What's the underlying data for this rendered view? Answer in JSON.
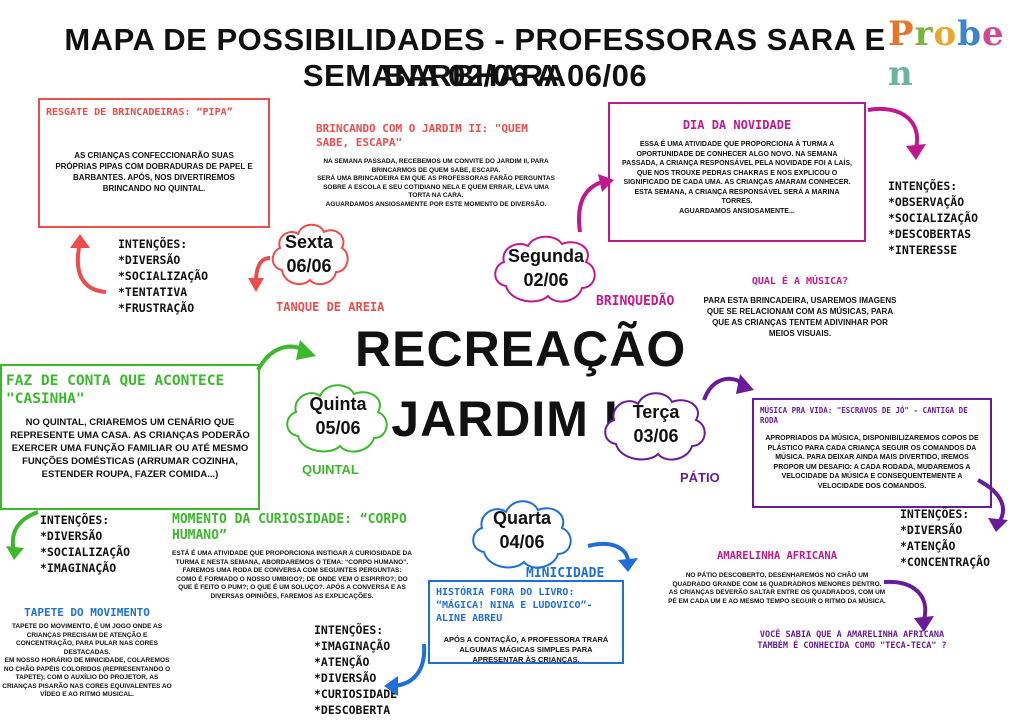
{
  "header": {
    "title_line1": "MAPA DE POSSIBILIDADES - PROFESSORAS SARA E BARBHARA",
    "title_line2": "SEMANA 02/06 A 06/06",
    "logo_letters": [
      "P",
      "r",
      "o",
      "b",
      "e",
      "n"
    ],
    "logo_colors": [
      "#e8742a",
      "#7bb53a",
      "#e8a72a",
      "#3a86c8",
      "#d14a8f",
      "#6bb5a0"
    ]
  },
  "center": {
    "line1": "RECREAÇÃO",
    "line2": "JARDIM I"
  },
  "colors": {
    "red": "#ee4b4b",
    "magenta": "#c2188f",
    "purple": "#6a1b9a",
    "blue": "#1e6fd9",
    "green": "#3cb82c"
  },
  "days": {
    "sexta": {
      "name": "Sexta",
      "date": "06/06",
      "location": "TANQUE DE AREIA"
    },
    "segunda": {
      "name": "Segunda",
      "date": "02/06",
      "location": "BRINQUEDÃO"
    },
    "terca": {
      "name": "Terça",
      "date": "03/06",
      "location": "PÁTIO"
    },
    "quarta": {
      "name": "Quarta",
      "date": "04/06",
      "location": "MINICIDADE"
    },
    "quinta": {
      "name": "Quinta",
      "date": "05/06",
      "location": "QUINTAL"
    }
  },
  "pipa": {
    "title": "RESGATE DE BRINCADEIRAS: “PIPA”",
    "text": "AS CRIANÇAS CONFECCIONARÃO SUAS PRÓPRIAS PIPAS COM DOBRADURAS DE PAPEL E BARBANTES. APÓS, NOS DIVERTIREMOS BRINCANDO NO QUINTAL."
  },
  "sexta_intencoes": {
    "label": "INTENÇÕES:",
    "items": [
      "*DIVERSÃO",
      "*SOCIALIZAÇÃO",
      "*TENTATIVA",
      "*FRUSTRAÇÃO"
    ]
  },
  "jardim2": {
    "title": "BRINCANDO COM O JARDIM II: \"QUEM SABE, ESCAPA\"",
    "p1": "NA SEMANA PASSADA, RECEBEMOS UM CONVITE DO JARDIM II, PARA BRINCARMOS DE QUEM SABE, ESCAPA.",
    "p2": "SERÁ UMA BRINCADEIRA EM QUE AS PROFESSORAS FARÃO PERGUNTAS SOBRE A ESCOLA E SEU COTIDIANO NELA E QUEM ERRAR, LEVA UMA TORTA NA CARA.",
    "p3": "AGUARDAMOS ANSIOSAMENTE POR ESTE MOMENTO DE DIVERSÃO."
  },
  "novidade": {
    "title": "DIA DA NOVIDADE",
    "p1": "ESSA É UMA ATIVIDADE QUE PROPORCIONA À TURMA A OPORTUNIDADE DE CONHECER ALGO NOVO. NA SEMANA PASSADA, A CRIANÇA RESPONSÁVEL PELA NOVIDADE FOI A LAÍS, QUE NOS TROUXE PEDRAS CHAKRAS E NOS EXPLICOU O SIGNIFICADO DE CADA UMA. AS CRIANÇAS AMARAM CONHECER.",
    "p2": "ESTA SEMANA, A CRIANÇA RESPONSÁVEL SERÁ A MARINA TORRES.",
    "p3": "AGUARDAMOS ANSIOSAMENTE..."
  },
  "segunda_intencoes": {
    "label": "INTENÇÕES:",
    "items": [
      "*OBSERVAÇÃO",
      "*SOCIALIZAÇÃO",
      "*DESCOBERTAS",
      "*INTERESSE"
    ]
  },
  "musica": {
    "title": "QUAL É A MÚSICA?",
    "text": "PARA ESTA BRINCADEIRA, USAREMOS IMAGENS QUE SE RELACIONAM COM AS MÚSICAS, PARA QUE AS CRIANÇAS TENTEM ADIVINHAR POR MEIOS VISUAIS."
  },
  "musica_vida": {
    "title": "MÚSICA PRA VIDA: \"ESCRAVOS DE JÓ\" - CANTIGA DE RODA",
    "text": "APROPRIADOS DA MÚSICA, DISPONIBILIZAREMOS COPOS DE PLÁSTICO PARA CADA CRIANÇA SEGUIR OS COMANDOS DA MÚSICA. PARA DEIXAR AINDA MAIS DIVERTIDO, IREMOS PROPOR UM DESAFIO: A CADA RODADA, MUDAREMOS A VELOCIDADE DA MÚSICA E CONSEQUENTEMENTE A VELOCIDADE DOS COMANDOS."
  },
  "terca_intencoes": {
    "label": "INTENÇÕES:",
    "items": [
      "*DIVERSÃO",
      "*ATENÇÃO",
      "*CONCENTRAÇÃO"
    ]
  },
  "amarelinha": {
    "title": "AMARELINHA AFRICANA",
    "p1": "NO PÁTIO DESCOBERTO, DESENHAREMOS NO CHÃO UM QUADRADO GRANDE COM 16 QUADRADROS MENORES DENTRO.",
    "p2": "AS CRIANÇAS DEVERÃO SALTAR ENTRE OS QUADRADOS, COM UM PÉ EM CADA UM E AO MESMO TEMPO SEGUIR O RITMO DA MÚSICA.",
    "question": "VOCÊ SABIA QUE A AMARELINHA AFRICANA TAMBÉM É CONHECIDA COMO \"TECA-TECA\" ?"
  },
  "historia": {
    "title": "HISTÓRIA FORA DO LIVRO: “MÁGICA! NINA E LUDOVICO”- ALINE ABREU",
    "text": "APÓS A CONTAÇÃO, A PROFESSORA TRARÁ ALGUMAS MÁGICAS SIMPLES PARA APRESENTAR ÀS CRIANÇAS."
  },
  "quarta_intencoes": {
    "label": "INTENÇÕES:",
    "items": [
      "*IMAGINAÇÃO",
      "*ATENÇÃO",
      "*DIVERSÃO",
      "*CURIOSIDADE",
      "*DESCOBERTA"
    ]
  },
  "casinha": {
    "title": "FAZ DE CONTA QUE ACONTECE \"CASINHA\"",
    "text": "NO QUINTAL, CRIAREMOS UM CENÁRIO QUE REPRESENTE UMA CASA. AS CRIANÇAS PODERÃO EXERCER UMA FUNÇÃO FAMILIAR OU ATÉ MESMO FUNÇÕES DOMÉSTICAS (ARRUMAR COZINHA, ESTENDER ROUPA, FAZER COMIDA...)"
  },
  "quinta_intencoes": {
    "label": "INTENÇÕES:",
    "items": [
      "*DIVERSÃO",
      "*SOCIALIZAÇÃO",
      "*IMAGINAÇÃO"
    ]
  },
  "curiosidade": {
    "title": "MOMENTO DA CURIOSIDADE: “CORPO HUMANO”",
    "p1": "ESTÁ É UMA ATIVIDADE QUE PROPORCIONA INSTIGAR A CURIOSIDADE DA TURMA E NESTA SEMANA, ABORDAREMOS O TEMA: “CORPO HUMANO”.",
    "p2": "FAREMOS UMA RODA DE CONVERSA COM SEGUINTES PERGUNTAS: COMO É FORMADO O NOSSO UMBIGO?; DE ONDE VEM O ESPIRRO?; DO QUE É FEITO O PUM?; O QUE É UM SOLUÇO?. APÓS A CONVERSA E AS DIVERSAS OPINIÕES, FAREMOS AS EXPLICAÇÕES."
  },
  "tapete": {
    "title": "TAPETE DO MOVIMENTO",
    "p1": "TAPETE DO MOVIMENTO, É UM JOGO ONDE AS CRIANÇAS PRECISAM DE ATENÇÃO E CONCENTRAÇÃO, PARA PULAR NAS CORES DESTACADAS.",
    "p2": "EM NOSSO HORÁRIO DE MINICIDADE, COLAREMOS NO CHÃO PAPÉIS COLORIDOS (REPRESENTANDO O TAPETE); COM O AUXÍLIO DO PROJETOR, AS CRIANÇAS PISARÃO NAS CORES EQUIVALENTES AO VÍDEO E AO RITMO MUSICAL."
  }
}
